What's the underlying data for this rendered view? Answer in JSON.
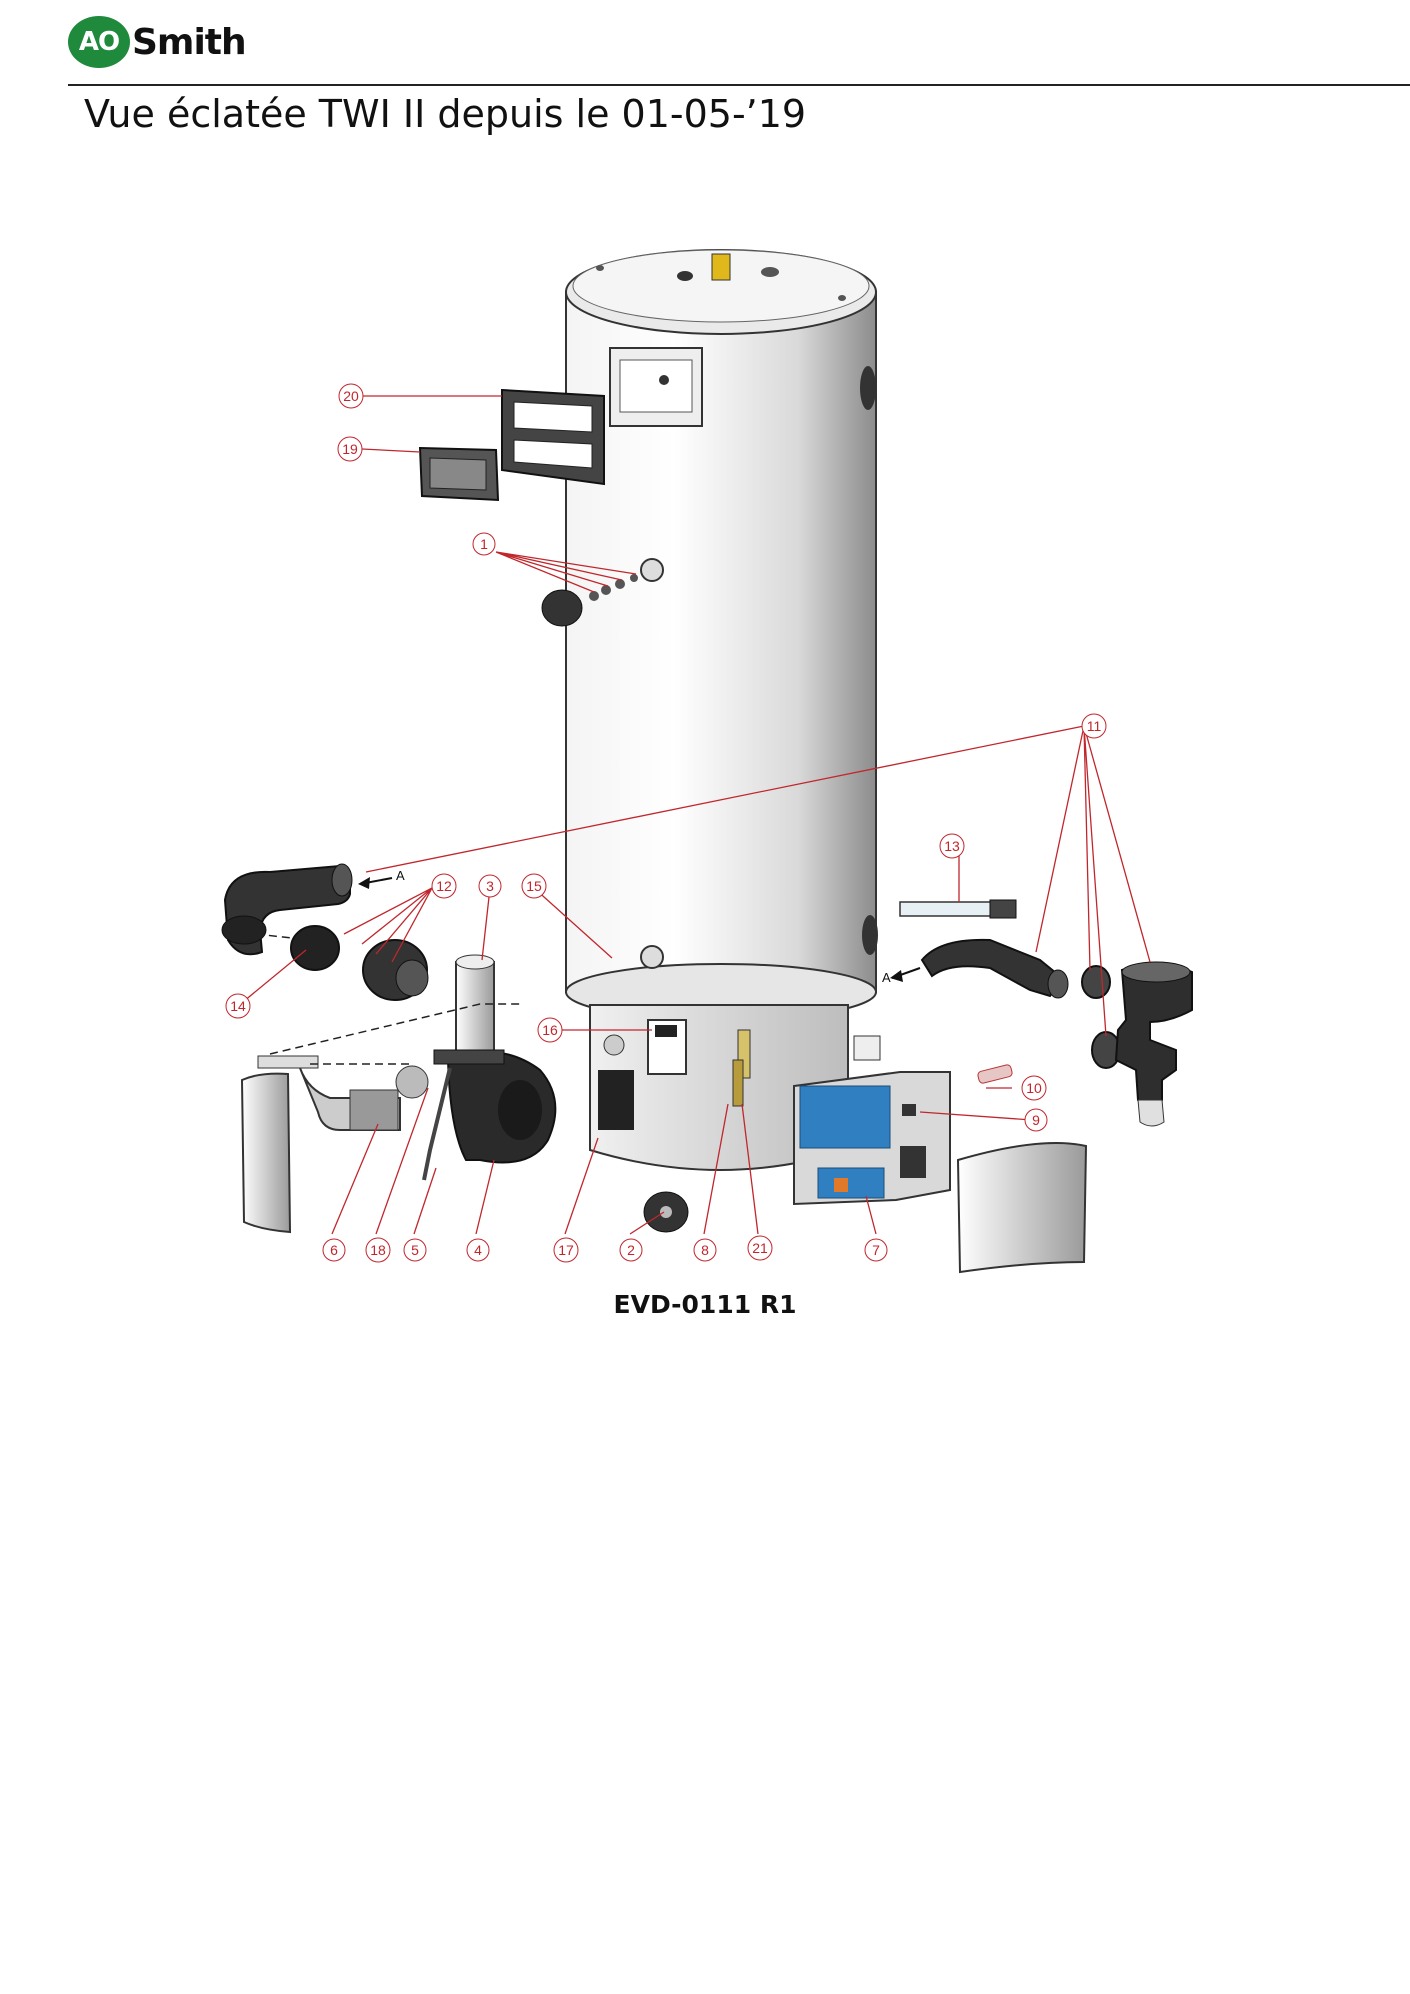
{
  "header": {
    "logo_badge": "AO",
    "logo_word": "Smith",
    "title": "Vue éclatée TWI II depuis le 01-05-’19"
  },
  "drawing_id": "EVD-0111 R1",
  "arrow_letter": "A",
  "callouts": [
    "1",
    "2",
    "3",
    "4",
    "5",
    "6",
    "7",
    "8",
    "9",
    "10",
    "11",
    "12",
    "13",
    "14",
    "15",
    "16",
    "17",
    "18",
    "19",
    "20",
    "21"
  ],
  "colors": {
    "brand_green": "#1f8a3c",
    "callout_red": "#c0272d",
    "circuit_blue": "#2f7fc1"
  }
}
